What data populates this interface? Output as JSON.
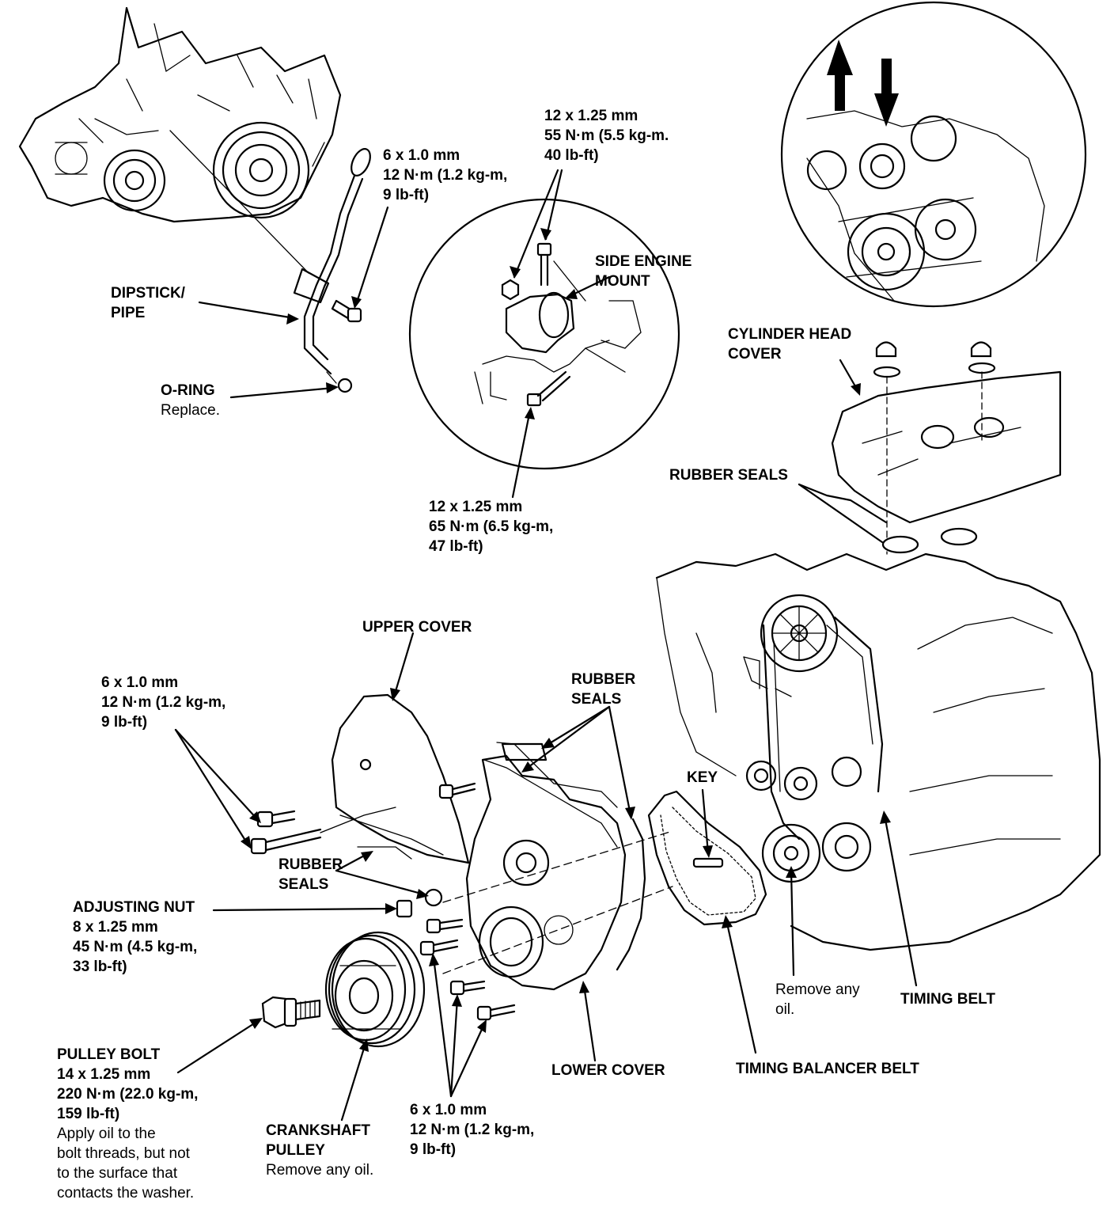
{
  "labels": {
    "dipstick_bolt": [
      "6 x 1.0 mm",
      "12 N·m (1.2 kg-m,",
      "9 lb-ft)"
    ],
    "dipstick_pipe": [
      "DIPSTICK/",
      "PIPE"
    ],
    "o_ring": {
      "name": "O-RING",
      "note": "Replace."
    },
    "mount_top_bolt": [
      "12 x 1.25 mm",
      "55 N·m (5.5 kg-m.",
      "40 lb-ft)"
    ],
    "side_engine_mount": [
      "SIDE ENGINE",
      "MOUNT"
    ],
    "mount_lower_bolt": [
      "12 x 1.25 mm",
      "65 N·m (6.5 kg-m,",
      "47 lb-ft)"
    ],
    "cylinder_head_cover": [
      "CYLINDER HEAD",
      "COVER"
    ],
    "rubber_seals_head": "RUBBER SEALS",
    "upper_cover": "UPPER COVER",
    "upper_cover_bolts": [
      "6 x 1.0 mm",
      "12 N·m (1.2 kg-m,",
      "9 lb-ft)"
    ],
    "rubber_seals_right": [
      "RUBBER",
      "SEALS"
    ],
    "rubber_seals_left": [
      "RUBBER",
      "SEALS"
    ],
    "key": "KEY",
    "adjusting_nut": [
      "ADJUSTING NUT",
      "8 x 1.25 mm",
      "45 N·m (4.5 kg-m,",
      "33 lb-ft)"
    ],
    "remove_any_oil": [
      "Remove any",
      "oil."
    ],
    "timing_belt": "TIMING BELT",
    "pulley_bolt": {
      "bold": [
        "PULLEY BOLT",
        "14 x 1.25 mm",
        "220 N·m (22.0 kg-m,",
        "159 lb-ft)"
      ],
      "note": [
        "Apply oil to the",
        "bolt threads, but not",
        "to the surface that",
        "contacts the washer."
      ]
    },
    "crankshaft_pulley": {
      "name": [
        "CRANKSHAFT",
        "PULLEY"
      ],
      "note": "Remove any oil."
    },
    "lower_cover": "LOWER COVER",
    "timing_balancer_belt": "TIMING BALANCER BELT",
    "lower_cover_bolts": [
      "6 x 1.0 mm",
      "12 N·m (1.2 kg-m,",
      "9 lb-ft)"
    ]
  },
  "icons": [
    "bolt-icon",
    "nut-icon",
    "o-ring-icon",
    "pulley-icon",
    "gear-icon",
    "arrow-icon"
  ]
}
